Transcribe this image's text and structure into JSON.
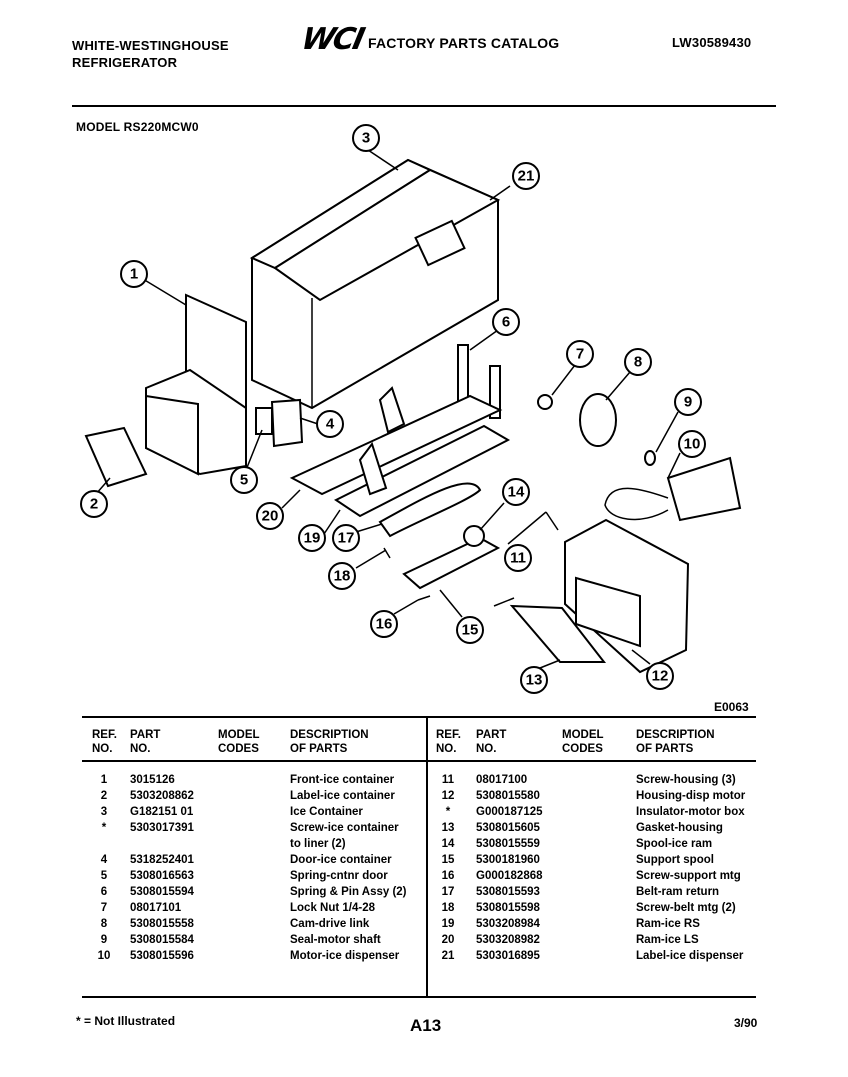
{
  "header": {
    "brand_line1": "WHITE-WESTINGHOUSE",
    "brand_line2": "REFRIGERATOR",
    "logo_text": "WCI",
    "catalog_title": "FACTORY PARTS CATALOG",
    "catalog_number": "LW30589430",
    "model": "MODEL RS220MCW0"
  },
  "diagram": {
    "code": "E0063",
    "callouts": [
      "1",
      "2",
      "3",
      "4",
      "5",
      "6",
      "7",
      "8",
      "9",
      "10",
      "11",
      "12",
      "13",
      "14",
      "15",
      "16",
      "17",
      "18",
      "19",
      "20",
      "21"
    ]
  },
  "table": {
    "headers": {
      "ref_no": [
        "REF.",
        "NO."
      ],
      "part_no": [
        "PART",
        "NO."
      ],
      "model_codes": [
        "MODEL",
        "CODES"
      ],
      "description": [
        "DESCRIPTION",
        "OF PARTS"
      ]
    },
    "left": [
      {
        "ref": "1",
        "part": "3015126",
        "model": "",
        "desc": "Front-ice container"
      },
      {
        "ref": "2",
        "part": "5303208862",
        "model": "",
        "desc": "Label-ice container"
      },
      {
        "ref": "3",
        "part": "G182151 01",
        "model": "",
        "desc": "Ice Container"
      },
      {
        "ref": "*",
        "part": "5303017391",
        "model": "",
        "desc": "Screw-ice container"
      },
      {
        "ref": "",
        "part": "",
        "model": "",
        "desc": "to liner (2)"
      },
      {
        "ref": "4",
        "part": "5318252401",
        "model": "",
        "desc": "Door-ice container"
      },
      {
        "ref": "5",
        "part": "5308016563",
        "model": "",
        "desc": "Spring-cntnr door"
      },
      {
        "ref": "6",
        "part": "5308015594",
        "model": "",
        "desc": "Spring & Pin Assy (2)"
      },
      {
        "ref": "7",
        "part": "08017101",
        "model": "",
        "desc": "Lock Nut 1/4-28"
      },
      {
        "ref": "8",
        "part": "5308015558",
        "model": "",
        "desc": "Cam-drive link"
      },
      {
        "ref": "9",
        "part": "5308015584",
        "model": "",
        "desc": "Seal-motor shaft"
      },
      {
        "ref": "10",
        "part": "5308015596",
        "model": "",
        "desc": "Motor-ice dispenser"
      }
    ],
    "right": [
      {
        "ref": "11",
        "part": "08017100",
        "model": "",
        "desc": "Screw-housing (3)"
      },
      {
        "ref": "12",
        "part": "5308015580",
        "model": "",
        "desc": "Housing-disp motor"
      },
      {
        "ref": "*",
        "part": "G000187125",
        "model": "",
        "desc": "Insulator-motor box"
      },
      {
        "ref": "13",
        "part": "5308015605",
        "model": "",
        "desc": "Gasket-housing"
      },
      {
        "ref": "14",
        "part": "5308015559",
        "model": "",
        "desc": "Spool-ice ram"
      },
      {
        "ref": "15",
        "part": "5300181960",
        "model": "",
        "desc": "Support spool"
      },
      {
        "ref": "16",
        "part": "G000182868",
        "model": "",
        "desc": "Screw-support mtg"
      },
      {
        "ref": "17",
        "part": "5308015593",
        "model": "",
        "desc": "Belt-ram return"
      },
      {
        "ref": "18",
        "part": "5308015598",
        "model": "",
        "desc": "Screw-belt mtg (2)"
      },
      {
        "ref": "19",
        "part": "5303208984",
        "model": "",
        "desc": "Ram-ice RS"
      },
      {
        "ref": "20",
        "part": "5303208982",
        "model": "",
        "desc": "Ram-ice LS"
      },
      {
        "ref": "21",
        "part": "5303016895",
        "model": "",
        "desc": "Label-ice dispenser"
      }
    ]
  },
  "footer": {
    "note": "* = Not Illustrated",
    "page": "A13",
    "date": "3/90"
  }
}
